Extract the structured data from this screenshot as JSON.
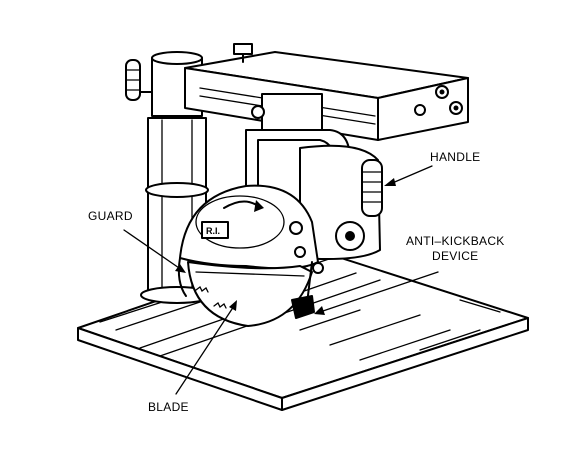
{
  "labels": {
    "handle": "HANDLE",
    "guard": "GUARD",
    "anti_kickback_line1": "ANTI–KICKBACK",
    "anti_kickback_line2": "DEVICE",
    "blade": "BLADE"
  },
  "colors": {
    "ink": "#000000",
    "paper": "#ffffff"
  }
}
